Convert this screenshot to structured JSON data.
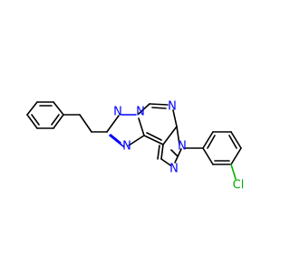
{
  "molecule": {
    "atoms": {
      "n1": {
        "symbol": "N",
        "color": "#0000ff"
      },
      "n2": {
        "symbol": "N",
        "color": "#0000ff"
      },
      "n3": {
        "symbol": "N",
        "color": "#0000ff"
      },
      "n4": {
        "symbol": "N",
        "color": "#0000ff"
      },
      "n5": {
        "symbol": "N",
        "color": "#0000ff"
      },
      "n6": {
        "symbol": "N",
        "color": "#0000ff"
      },
      "cl": {
        "symbol": "Cl",
        "color": "#00b000"
      }
    },
    "bond_color": "#000000"
  }
}
